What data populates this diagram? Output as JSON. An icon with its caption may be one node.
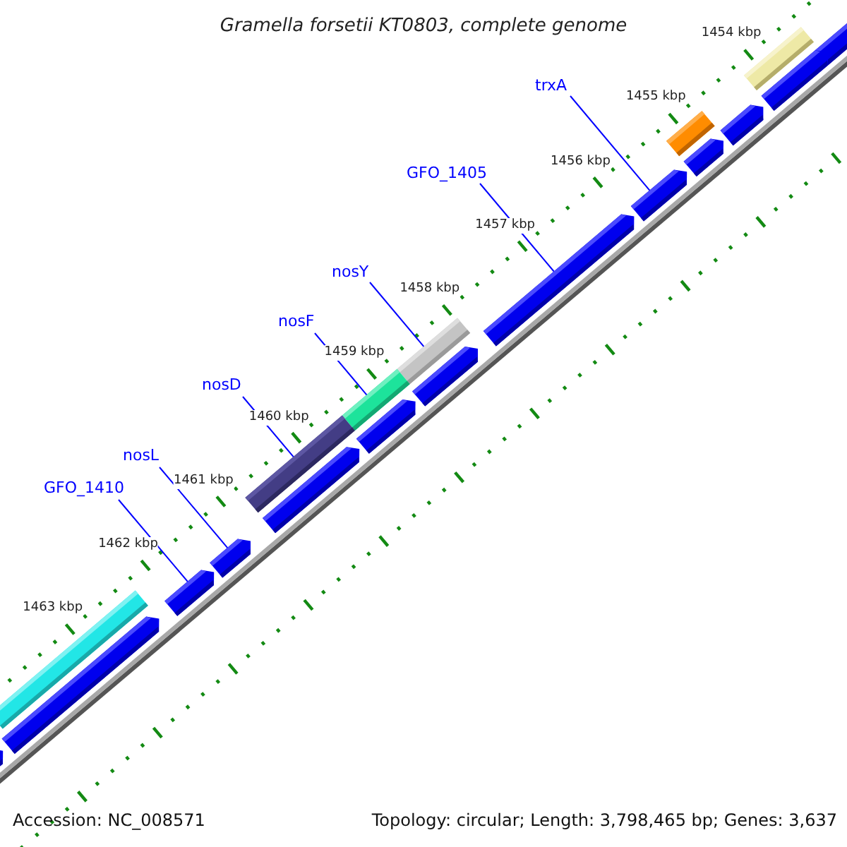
{
  "diagram": {
    "title": "Gramella forsetii KT0803, complete genome",
    "nodes": [
      {
        "text": [
          "trxA"
        ]
      },
      {
        "text": [
          "GFO_1405"
        ]
      },
      {
        "text": [
          "nosY"
        ]
      },
      {
        "text": [
          "nosF"
        ]
      },
      {
        "text": [
          "nosD"
        ]
      },
      {
        "text": [
          "nosL"
        ]
      },
      {
        "text": [
          "GFO_1410"
        ]
      },
      {
        "text": [],
        "shape": "pentagon"
      },
      {
        "text": [],
        "shape": "bar"
      },
      {
        "text": [],
        "shape": "pentagon"
      },
      {
        "text": [],
        "shape": "pentagon"
      },
      {
        "text": [],
        "shape": "bar"
      },
      {
        "text": [],
        "shape": "pentagon"
      },
      {
        "text": [],
        "shape": "pentagon"
      },
      {
        "text": [],
        "shape": "pentagon"
      },
      {
        "text": [],
        "shape": "bar"
      },
      {
        "text": [],
        "shape": "pentagon"
      },
      {
        "text": [],
        "shape": "bar"
      },
      {
        "text": [],
        "shape": "pentagon"
      },
      {
        "text": [],
        "shape": "bar"
      },
      {
        "text": [],
        "shape": "pentagon"
      },
      {
        "text": [],
        "shape": "pentagon"
      },
      {
        "text": [],
        "shape": "pentagon"
      },
      {
        "text": [],
        "shape": "bar"
      },
      {
        "text": [],
        "shape": "pentagon"
      },
      {
        "text": [],
        "shape": "pentagon"
      }
    ],
    "edges": [
      {
        "from": 0,
        "to": 13,
        "arrow": "none"
      },
      {
        "from": 1,
        "to": 14,
        "arrow": "none"
      },
      {
        "from": 2,
        "to": 15,
        "arrow": "none"
      },
      {
        "from": 3,
        "to": 17,
        "arrow": "none"
      },
      {
        "from": 4,
        "to": 19,
        "arrow": "none"
      },
      {
        "from": 5,
        "to": 21,
        "arrow": "none"
      },
      {
        "from": 6,
        "to": 22,
        "arrow": "none"
      }
    ],
    "labels": [
      "1454 kbp",
      "1455 kbp",
      "1456 kbp",
      "1457 kbp",
      "1458 kbp",
      "1459 kbp",
      "1460 kbp",
      "1461 kbp",
      "1462 kbp",
      "1463 kbp",
      "Accession: NC_008571",
      "Topology: circular; Length: 3,798,465 bp; Genes: 3,637"
    ]
  }
}
